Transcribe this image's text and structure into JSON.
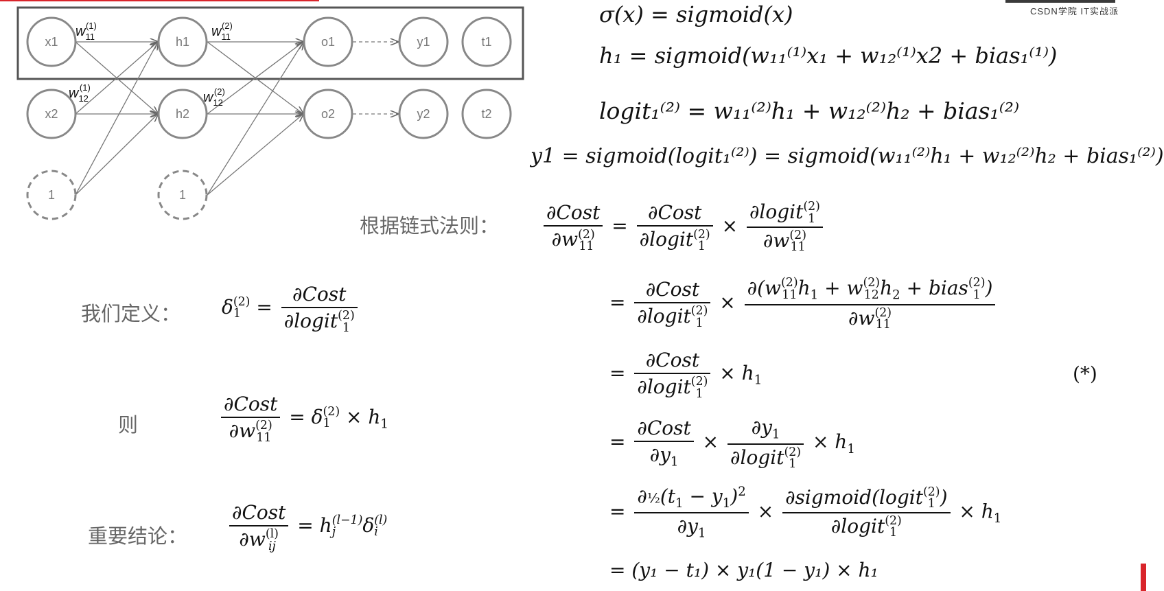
{
  "brand": {
    "text": "CSDN学院   IT实战派"
  },
  "network": {
    "nodes": {
      "x1": "x1",
      "x2": "x2",
      "bias_in": "1",
      "h1": "h1",
      "h2": "h2",
      "bias_hid": "1",
      "o1": "o1",
      "o2": "o2",
      "y1": "y1",
      "y2": "y2",
      "t1": "t1",
      "t2": "t2"
    },
    "weights": {
      "w11_1": "w",
      "w12_1": "w",
      "w11_2": "w",
      "w12_2": "w"
    }
  },
  "labels": {
    "chain_rule": "根据链式法则：",
    "define": "我们定义：",
    "then": "则",
    "conclusion": "重要结论：",
    "star": "(*)"
  },
  "formulas": {
    "sigma": "σ(x) = sigmoid(x)",
    "h1": "h₁ = sigmoid(w₁₁⁽¹⁾x₁ + w₁₂⁽¹⁾x2 + bias₁⁽¹⁾)",
    "logit": "logit₁⁽²⁾ = w₁₁⁽²⁾h₁ + w₁₂⁽²⁾h₂ + bias₁⁽²⁾",
    "y1": "y1 = sigmoid(logit₁⁽²⁾) = sigmoid(w₁₁⁽²⁾h₁ + w₁₂⁽²⁾h₂ + bias₁⁽²⁾)",
    "last": "= (y₁ − t₁) × y₁(1 − y₁) × h₁"
  }
}
